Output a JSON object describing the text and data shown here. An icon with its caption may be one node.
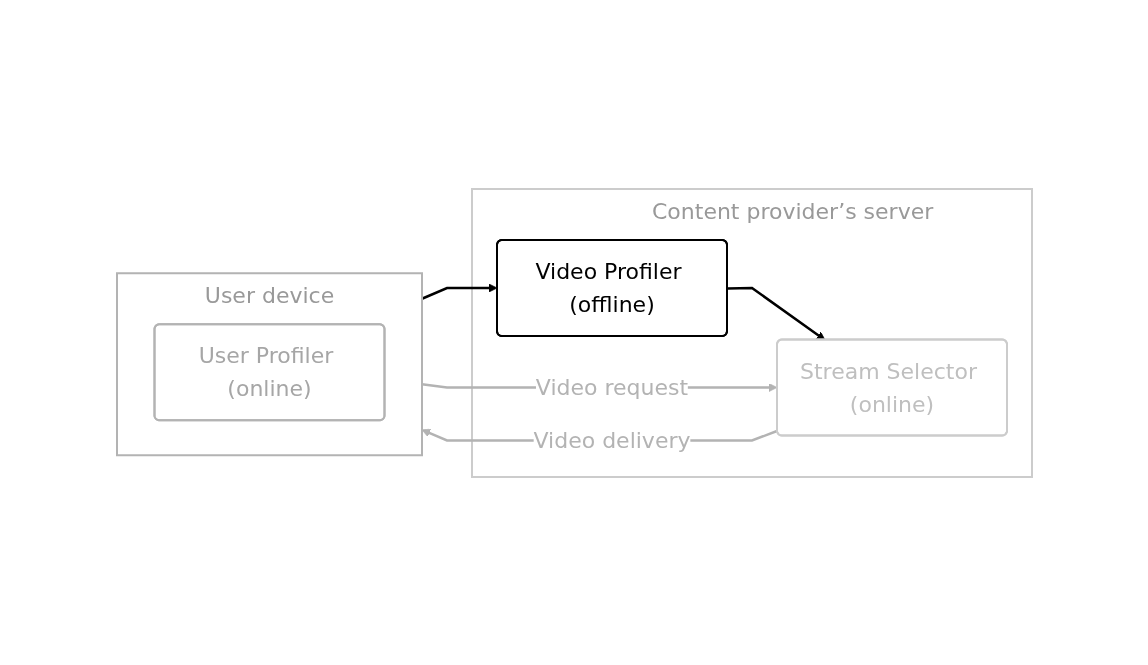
{
  "diagram": {
    "nodes": [
      {
        "text": [
          "User device"
        ]
      },
      {
        "text": [
          "User Profiler (online)"
        ],
        "in": 0
      },
      {
        "text": [
          "Content provider’s server"
        ]
      },
      {
        "text": [
          "Stream Selector (online)"
        ],
        "in": 2
      },
      {
        "text": [
          "Video Profiler (offline)"
        ],
        "in": 2
      }
    ],
    "edges": [
      {
        "from": 0,
        "to": 3,
        "arrow": "to",
        "label": "Video request",
        "color": "#b3b3b3"
      },
      {
        "from": 0,
        "to": 4,
        "arrow": "to",
        "color": "#000000"
      },
      {
        "from": 4,
        "to": 3,
        "arrow": "to",
        "color": "#000000"
      },
      {
        "from": 3,
        "to": 0,
        "arrow": "to",
        "label": "Video delivery",
        "color": "#b3b3b3"
      }
    ]
  }
}
